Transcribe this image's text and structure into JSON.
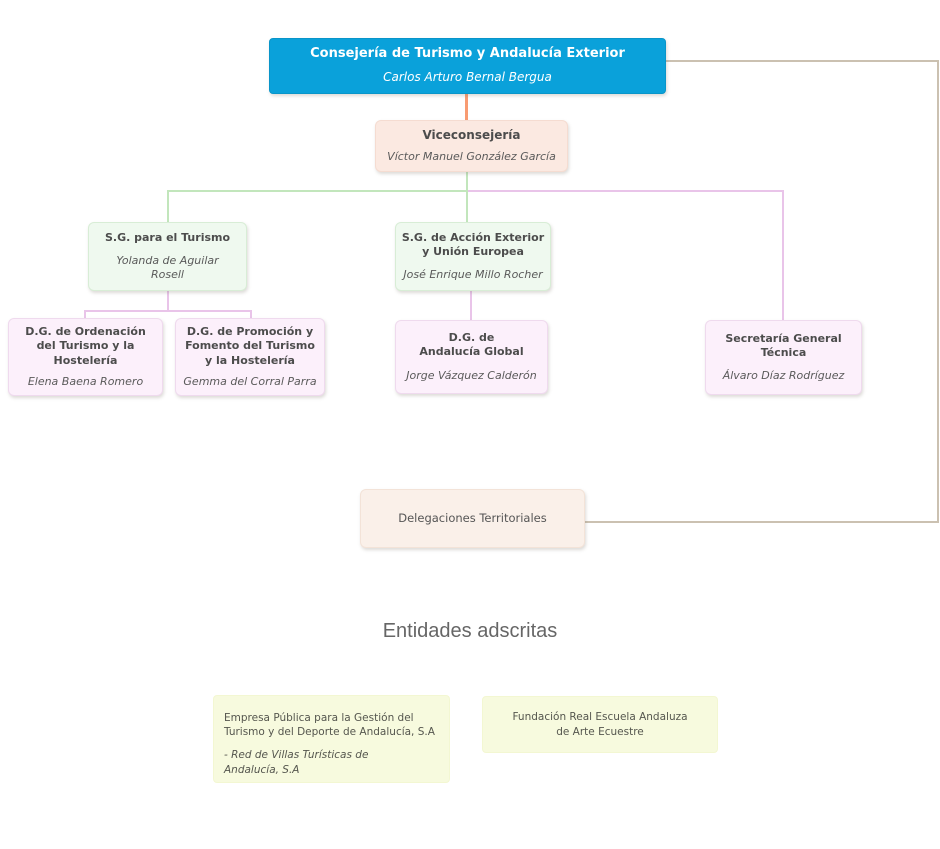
{
  "org": {
    "consejeria": {
      "title": "Consejería de Turismo y Andalucía Exterior",
      "person": "Carlos Arturo Bernal Bergua"
    },
    "viceconsejeria": {
      "title": "Viceconsejería",
      "person": "Víctor Manuel González García"
    },
    "sg_turismo": {
      "title": "S.G. para el Turismo",
      "person": "Yolanda de Aguilar\nRosell"
    },
    "sg_accion": {
      "title": "S.G. de Acción Exterior\ny Unión Europea",
      "person": "José Enrique Millo Rocher"
    },
    "dg_ordenacion": {
      "title": "D.G. de Ordenación\ndel Turismo y la\nHostelería",
      "person": "Elena Baena Romero"
    },
    "dg_promocion": {
      "title": "D.G. de Promoción y\nFomento del Turismo\ny la Hostelería",
      "person": "Gemma del Corral Parra"
    },
    "dg_global": {
      "title": "D.G. de\nAndalucía Global",
      "person": "Jorge Vázquez Calderón"
    },
    "secretaria": {
      "title": "Secretaría General\nTécnica",
      "person": "Álvaro Díaz Rodríguez"
    },
    "delegaciones": {
      "title": "Delegaciones Territoriales"
    }
  },
  "adscritas": {
    "heading": "Entidades adscritas",
    "entities": [
      {
        "name": "Empresa Pública para la Gestión del\nTurismo y del Deporte de Andalucía, S.A",
        "sub": "- Red de Villas Turísticas de\n  Andalucía, S.A"
      },
      {
        "name": "Fundación Real Escuela Andaluza\nde Arte Ecuestre"
      }
    ]
  },
  "colors": {
    "header_blue": "#0aa1da",
    "peach_fill": "#fbe9e1",
    "green_fill": "#eff9ef",
    "pink_fill": "#fcf0fb",
    "yellow_fill": "#f7fade",
    "line_salmon": "#f89b72",
    "line_green": "#c2e6bc",
    "line_pink": "#e9c4e9",
    "line_tan": "#cbc1b1"
  }
}
